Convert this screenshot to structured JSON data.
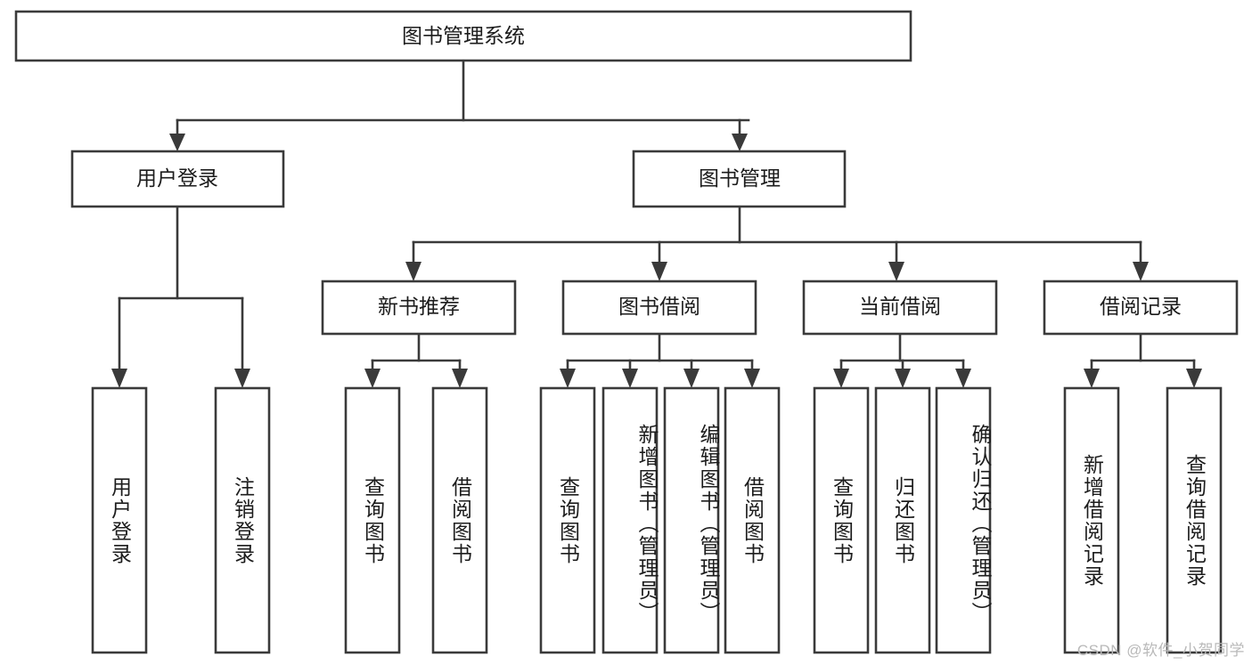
{
  "diagram": {
    "title": "图书管理系统",
    "type": "hierarchy-tree",
    "watermark": "CSDN @软件_小贺同学",
    "colors": {
      "stroke": "#3a3a3a",
      "fill": "#ffffff",
      "text": "#1c1c1c",
      "watermark": "#b9b9b9"
    },
    "levels": {
      "root": {
        "label": "图书管理系统",
        "orientation": "horizontal"
      },
      "level2": [
        {
          "id": "user-login",
          "label": "用户登录",
          "orientation": "horizontal"
        },
        {
          "id": "book-management",
          "label": "图书管理",
          "orientation": "horizontal"
        }
      ],
      "level3": [
        {
          "id": "new-book-recommend",
          "label": "新书推荐",
          "orientation": "horizontal",
          "parent": "book-management"
        },
        {
          "id": "book-borrow",
          "label": "图书借阅",
          "orientation": "horizontal",
          "parent": "book-management"
        },
        {
          "id": "current-borrow",
          "label": "当前借阅",
          "orientation": "horizontal",
          "parent": "book-management"
        },
        {
          "id": "borrow-record",
          "label": "借阅记录",
          "orientation": "horizontal",
          "parent": "book-management"
        }
      ],
      "leaves": [
        {
          "id": "leaf-user-login",
          "label": "用户登录",
          "orientation": "vertical",
          "parent": "user-login"
        },
        {
          "id": "leaf-user-logout",
          "label": "注销登录",
          "orientation": "vertical",
          "parent": "user-login"
        },
        {
          "id": "leaf-query-book-1",
          "label": "查询图书",
          "orientation": "vertical",
          "parent": "new-book-recommend"
        },
        {
          "id": "leaf-borrow-book-1",
          "label": "借阅图书",
          "orientation": "vertical",
          "parent": "new-book-recommend"
        },
        {
          "id": "leaf-query-book-2",
          "label": "查询图书",
          "orientation": "vertical",
          "parent": "book-borrow"
        },
        {
          "id": "leaf-add-book",
          "label": "新增图书（管理员）",
          "orientation": "vertical",
          "parent": "book-borrow"
        },
        {
          "id": "leaf-edit-book",
          "label": "编辑图书（管理员）",
          "orientation": "vertical",
          "parent": "book-borrow"
        },
        {
          "id": "leaf-borrow-book-2",
          "label": "借阅图书",
          "orientation": "vertical",
          "parent": "book-borrow"
        },
        {
          "id": "leaf-query-book-3",
          "label": "查询图书",
          "orientation": "vertical",
          "parent": "current-borrow"
        },
        {
          "id": "leaf-return-book",
          "label": "归还图书",
          "orientation": "vertical",
          "parent": "current-borrow"
        },
        {
          "id": "leaf-confirm-return",
          "label": "确认归还（管理员）",
          "orientation": "vertical",
          "parent": "current-borrow"
        },
        {
          "id": "leaf-add-record",
          "label": "新增借阅记录",
          "orientation": "vertical",
          "parent": "borrow-record"
        },
        {
          "id": "leaf-query-record",
          "label": "查询借阅记录",
          "orientation": "vertical",
          "parent": "borrow-record"
        }
      ]
    }
  }
}
